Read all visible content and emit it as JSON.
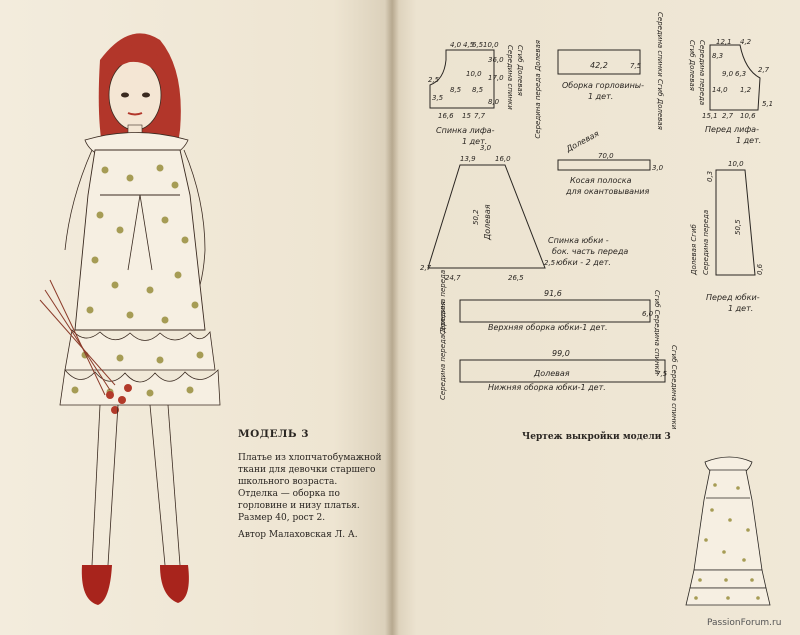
{
  "model": {
    "title": "МОДЕЛЬ 3",
    "description_lines": [
      "Платье из хлопчатобумажной",
      "ткани для девочки старшего",
      "школьного возраста.",
      "Отделка — оборка по",
      "горловине и низу платья.",
      "Размер 40, рост 2."
    ],
    "author": "Автор Малаховская Л. А."
  },
  "pattern": {
    "title": "Чертеж выкройки модели 3",
    "pieces": {
      "back_bodice": {
        "label_lines": [
          "Спинка лифа-",
          "1 дет."
        ],
        "side_labels": [
          "Середина спинки",
          "Сгиб Долевая"
        ],
        "dims": [
          "4,0",
          "4,5",
          "6,5",
          "10,0",
          "2,5",
          "10,0",
          "8,5",
          "8,5",
          "17,0",
          "36,0",
          "8,0",
          "16,6",
          "15",
          "7,7",
          "3,5"
        ]
      },
      "neck_frill": {
        "label_lines": [
          "Оборка горловины-",
          "1 дет."
        ],
        "side_labels": [
          "Середина переда Долевая",
          "Середина спинки Сгиб Долевая"
        ],
        "dims": [
          "42,2",
          "7,5"
        ]
      },
      "front_bodice": {
        "label_lines": [
          "Перед лифа-",
          "1 дет."
        ],
        "side_labels": [
          "Сгиб Долевая",
          "Середина переда"
        ],
        "dims": [
          "12,1",
          "4,2",
          "8,3",
          "9,0",
          "6,3",
          "2,7",
          "14,0",
          "15,1",
          "2,7",
          "10,6",
          "5,1",
          "1,2"
        ]
      },
      "bias_strip": {
        "label_lines": [
          "Косая полоска",
          "для окантовывания"
        ],
        "grain": "Долевая",
        "dims": [
          "70,0",
          "3,0"
        ]
      },
      "back_skirt": {
        "label_lines": [
          "Спинка юбки -",
          "бок. часть переда",
          "юбки - 2 дет."
        ],
        "grain": "Долевая",
        "dims": [
          "13,9",
          "16,0",
          "3,0",
          "50,2",
          "24,7",
          "26,5",
          "2,7",
          "2,5"
        ]
      },
      "front_skirt": {
        "label_lines": [
          "Перед юбки-",
          "1 дет."
        ],
        "side_labels": [
          "Долевая Сгиб",
          "Середина переда"
        ],
        "dims": [
          "10,0",
          "0,3",
          "50,5",
          "0,6"
        ]
      },
      "upper_frill": {
        "label": "Верхняя оборка юбки-1 дет.",
        "side_labels": [
          "Середина переда",
          "Сгиб Середина спинки"
        ],
        "dims": [
          "91,6",
          "6,0"
        ]
      },
      "lower_frill": {
        "label": "Нижняя оборка юбки-1 дет.",
        "grain": "Долевая",
        "side_labels": [
          "Середина переда Долевая",
          "Сгиб Середина спинки"
        ],
        "dims": [
          "99,0",
          "7,5"
        ]
      }
    }
  },
  "watermark": "PassionForum.ru"
}
